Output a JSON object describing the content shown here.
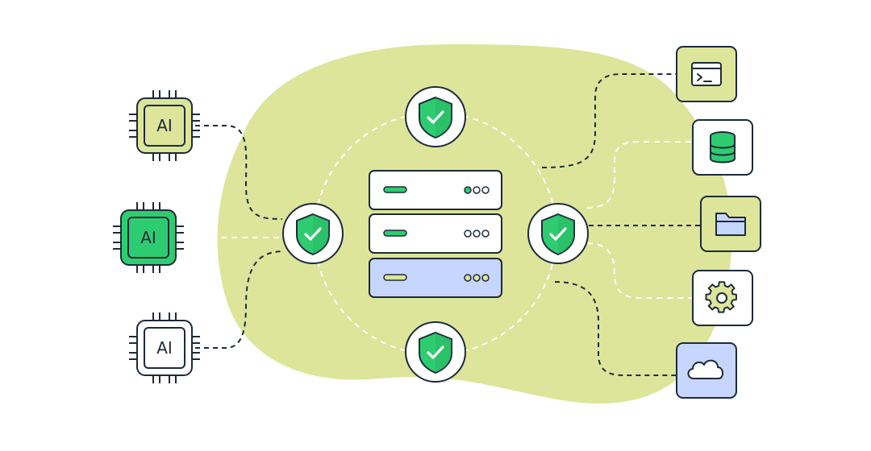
{
  "colors": {
    "blob": "#dce59a",
    "ink": "#1e2a3a",
    "green": "#2ecc71",
    "green_dark": "#1e9e55",
    "lime": "#dce59a",
    "blue": "#c6d6ff",
    "white": "#ffffff",
    "dash_light": "#ffffff",
    "dash_dark": "#1e2a3a"
  },
  "ai_chips": [
    {
      "label": "AI",
      "style": "lime"
    },
    {
      "label": "AI",
      "style": "green"
    },
    {
      "label": "AI",
      "style": "white"
    }
  ],
  "shields": [
    {
      "position": "top",
      "icon": "shield-check-icon"
    },
    {
      "position": "left",
      "icon": "shield-check-icon"
    },
    {
      "position": "right",
      "icon": "shield-check-icon"
    },
    {
      "position": "bottom",
      "icon": "shield-check-icon"
    }
  ],
  "server": {
    "units": [
      {
        "style": "white",
        "accent": "green"
      },
      {
        "style": "white",
        "accent": "green"
      },
      {
        "style": "blue",
        "accent": "lime"
      }
    ]
  },
  "resources": [
    {
      "icon": "terminal-icon",
      "style": "lime"
    },
    {
      "icon": "database-icon",
      "style": "white"
    },
    {
      "icon": "folder-icon",
      "style": "lime"
    },
    {
      "icon": "gear-icon",
      "style": "white"
    },
    {
      "icon": "cloud-icon",
      "style": "blue"
    }
  ]
}
